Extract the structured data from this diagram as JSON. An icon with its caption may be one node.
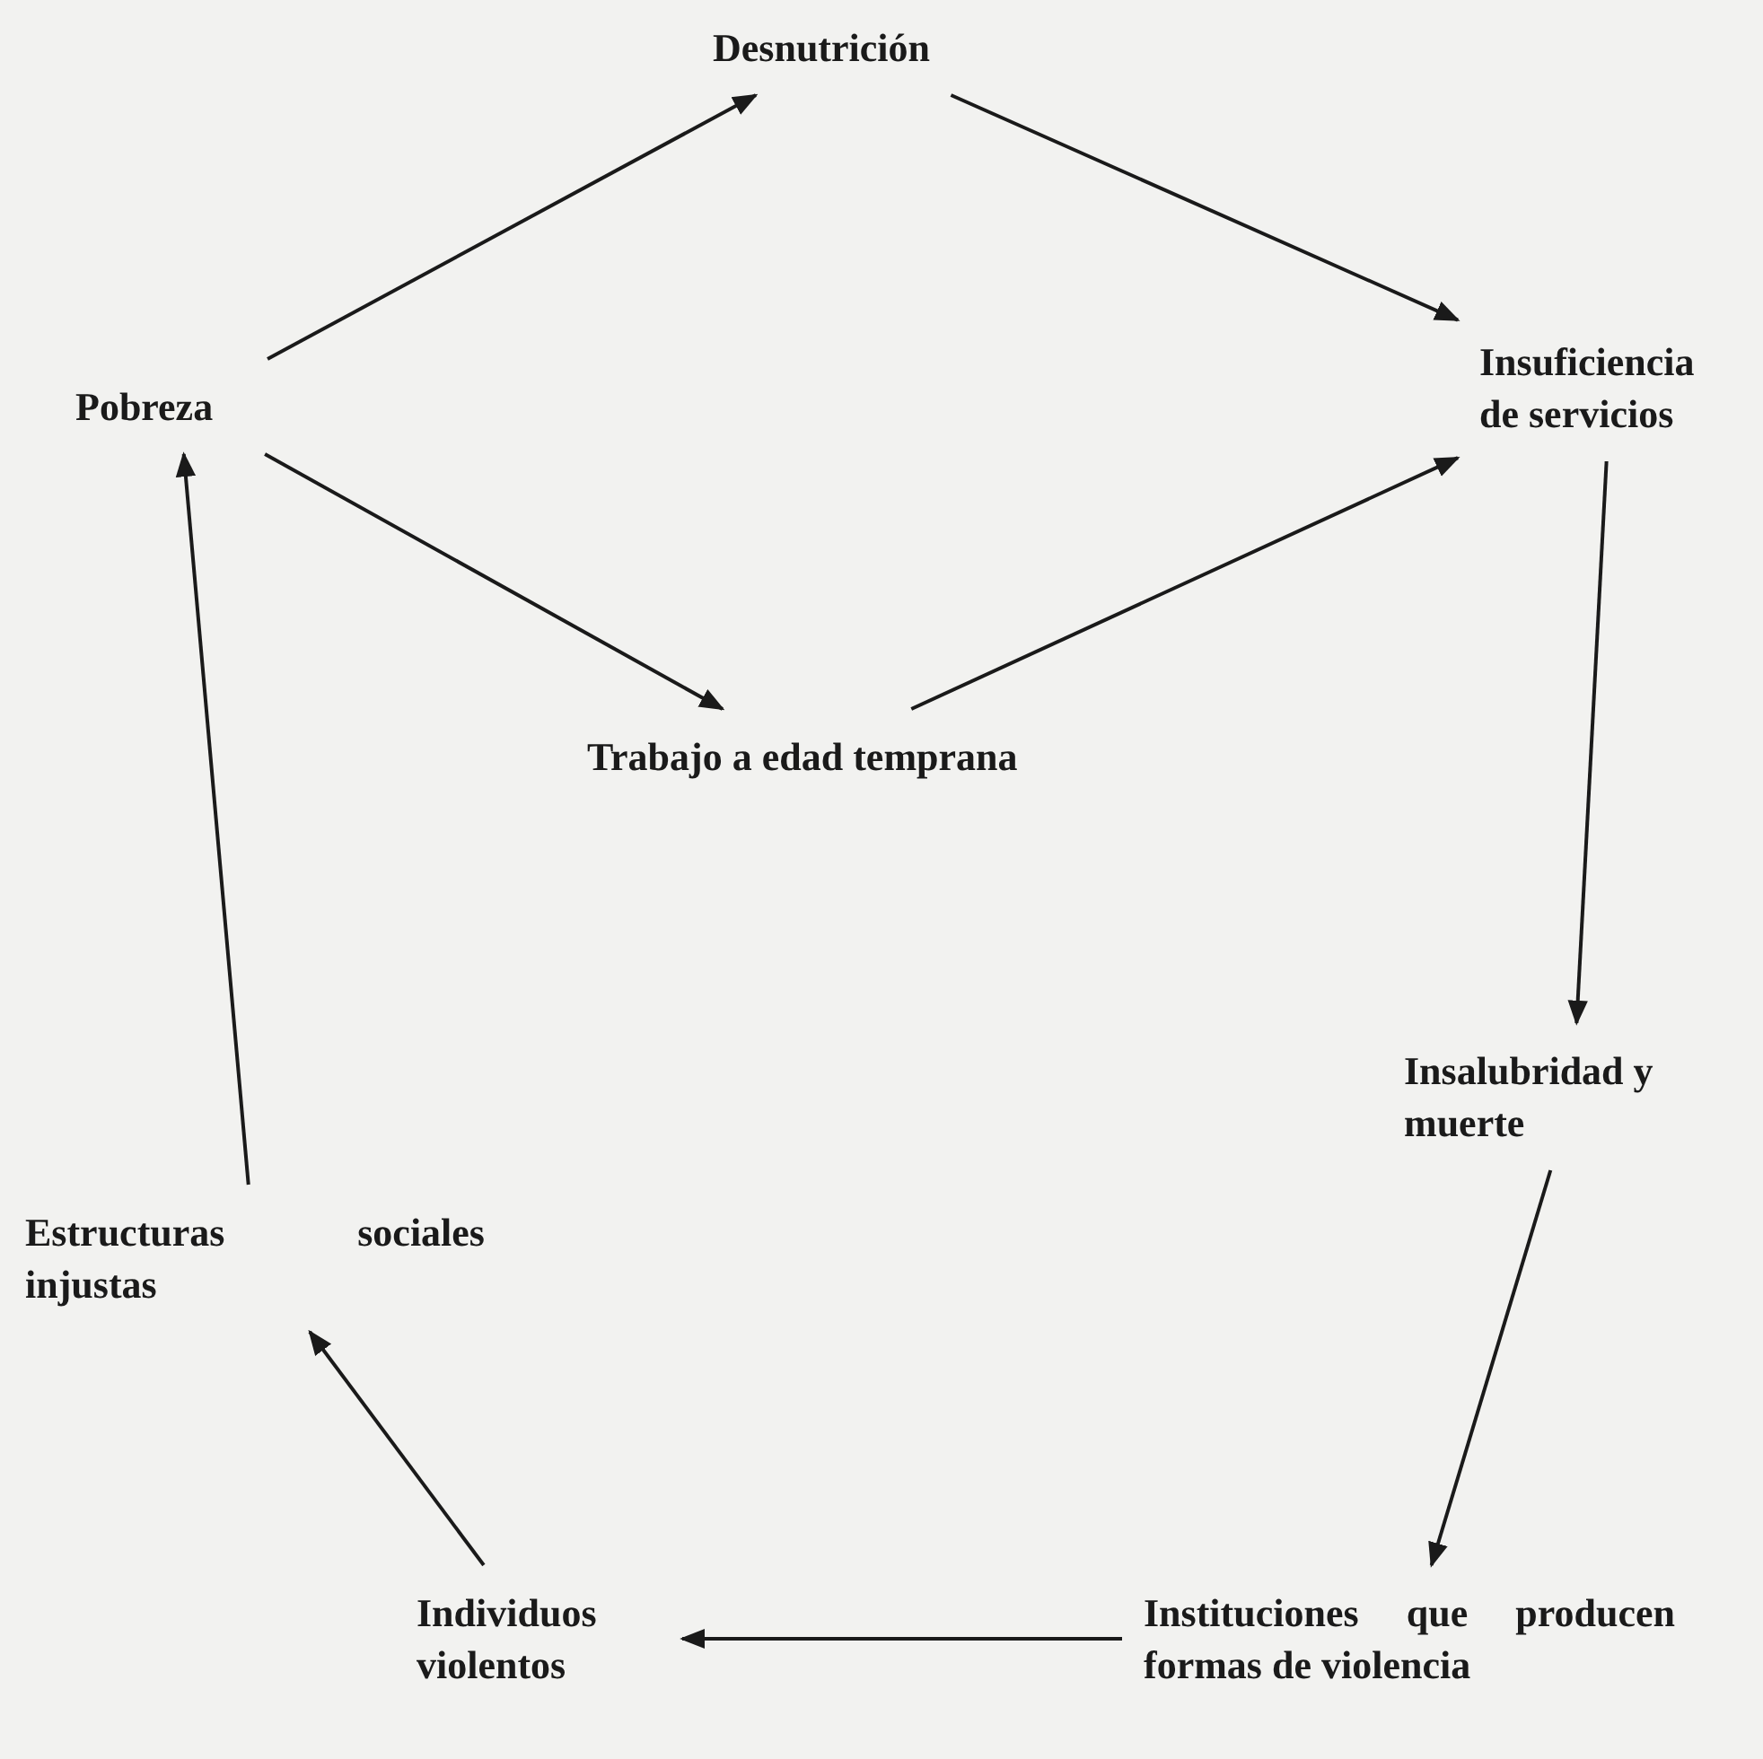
{
  "diagram": {
    "nodes": [
      {
        "text": [
          "Desnutrición"
        ]
      },
      {
        "text": [
          "Pobreza"
        ]
      },
      {
        "text": [
          "Insuficiencia de servicios"
        ]
      },
      {
        "text": [
          "Trabajo a edad temprana"
        ]
      },
      {
        "text": [
          "Insalubridad y muerte"
        ]
      },
      {
        "text": [
          "Estructuras sociales injustas"
        ]
      },
      {
        "text": [
          "Individuos violentos"
        ]
      },
      {
        "text": [
          "Instituciones que producen formas de violencia"
        ]
      }
    ],
    "edges": [
      {
        "from": 1,
        "to": 0,
        "arrow": "to"
      },
      {
        "from": 0,
        "to": 2,
        "arrow": "to"
      },
      {
        "from": 1,
        "to": 3,
        "arrow": "to"
      },
      {
        "from": 3,
        "to": 2,
        "arrow": "to"
      },
      {
        "from": 2,
        "to": 4,
        "arrow": "to"
      },
      {
        "from": 4,
        "to": 7,
        "arrow": "to"
      },
      {
        "from": 7,
        "to": 6,
        "arrow": "to"
      },
      {
        "from": 6,
        "to": 5,
        "arrow": "to"
      },
      {
        "from": 5,
        "to": 1,
        "arrow": "to"
      }
    ]
  }
}
